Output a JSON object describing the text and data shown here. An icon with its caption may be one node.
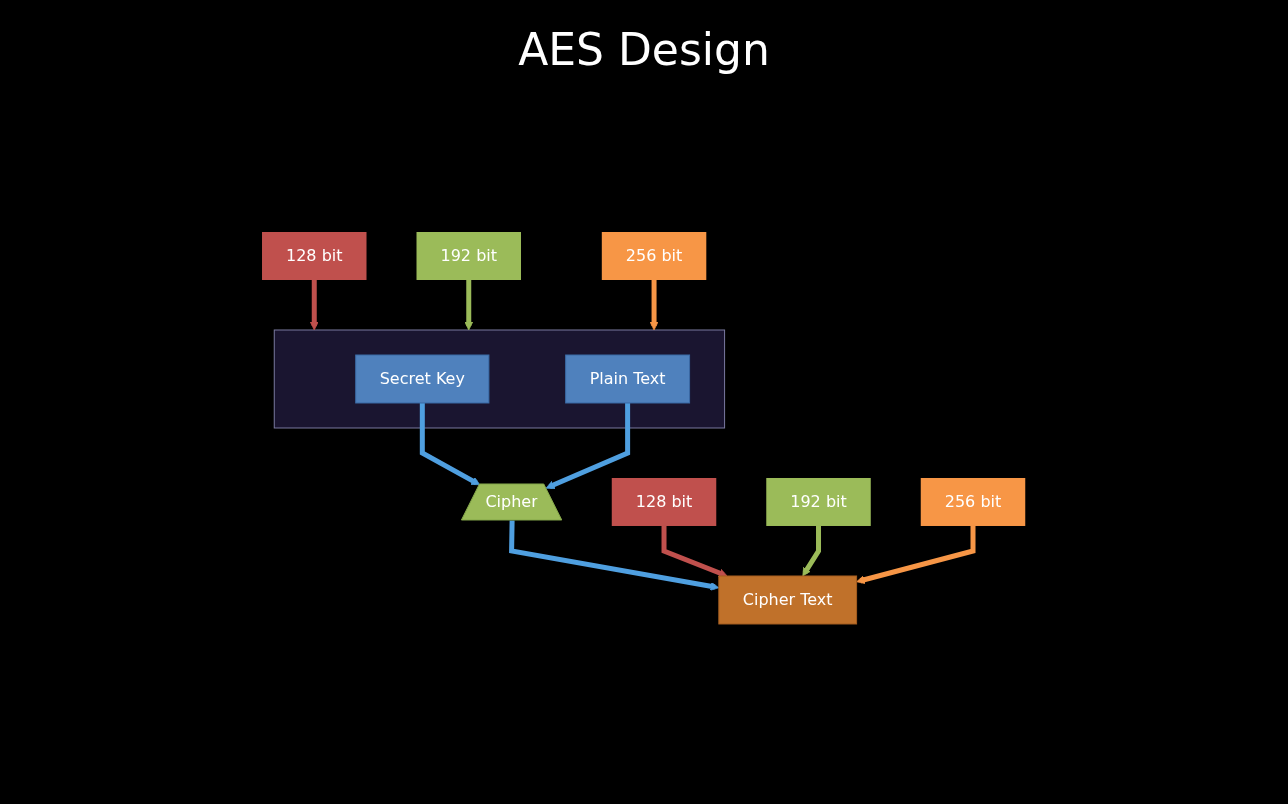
{
  "diagram": {
    "title": "AES Design",
    "nodes": [
      {
        "text": [],
        "shape": "box"
      },
      {
        "text": [
          "Secret Key"
        ],
        "in": 0
      },
      {
        "text": [
          "Plain Text"
        ],
        "in": 0
      },
      {
        "text": [
          "Cipher"
        ]
      },
      {
        "text": [
          "Cipher Text"
        ]
      }
    ],
    "edges": [
      {
        "from": null,
        "to": 0,
        "arrow": "to",
        "label": "128 bit",
        "color": "#c0504d"
      },
      {
        "from": null,
        "to": 0,
        "arrow": "to",
        "label": "192 bit",
        "color": "#9bbb59"
      },
      {
        "from": null,
        "to": 0,
        "arrow": "to",
        "label": "256 bit",
        "color": "#f79646"
      },
      {
        "from": 1,
        "to": 3,
        "arrow": "to"
      },
      {
        "from": 2,
        "to": 3,
        "arrow": "to"
      },
      {
        "from": 3,
        "to": 4,
        "arrow": "to"
      },
      {
        "from": null,
        "to": 4,
        "arrow": "to",
        "label": "128 bit",
        "color": "#c0504d"
      },
      {
        "from": null,
        "to": 4,
        "arrow": "to",
        "label": "192 bit",
        "color": "#9bbb59"
      },
      {
        "from": null,
        "to": 4,
        "arrow": "to",
        "label": "256 bit",
        "color": "#f79646"
      }
    ]
  }
}
